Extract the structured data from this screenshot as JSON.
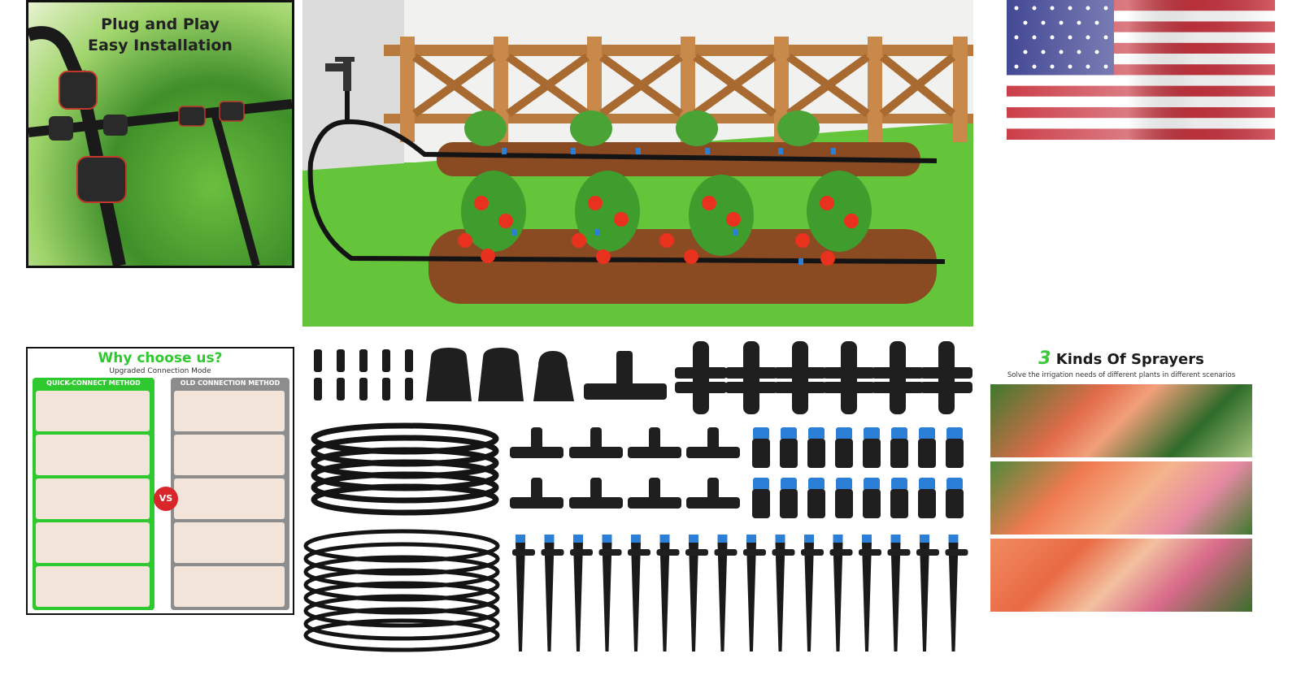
{
  "tiles": {
    "plug_play": {
      "line1": "Plug and Play",
      "line2": "Easy Installation"
    },
    "why_choose": {
      "title": "Why choose us?",
      "subtitle": "Upgraded Connection Mode",
      "left_header": "QUICK-CONNECT METHOD",
      "right_header": "OLD CONNECTION METHOD",
      "vs_label": "VS"
    },
    "sprayers": {
      "title_num": "3",
      "title_rest": " Kinds Of Sprayers",
      "subtitle": "Solve the irrigation needs of different plants in different scenarios"
    }
  },
  "colors": {
    "accent_green": "#2ec92e",
    "vs_red": "#d8262b",
    "hose_black": "#141414",
    "connector_blue": "#2b7fd6",
    "soil_brown": "#8a4a22",
    "grass_green": "#64c43a",
    "flag_red": "#c8343f",
    "flag_blue": "#3a3f8f"
  },
  "icons": [
    "plug-connector-icon",
    "faucet-icon",
    "pepper-plant-icon",
    "fence-icon",
    "us-flag-icon",
    "hose-coil-icon",
    "tee-connector-icon",
    "sprayer-stake-icon"
  ]
}
